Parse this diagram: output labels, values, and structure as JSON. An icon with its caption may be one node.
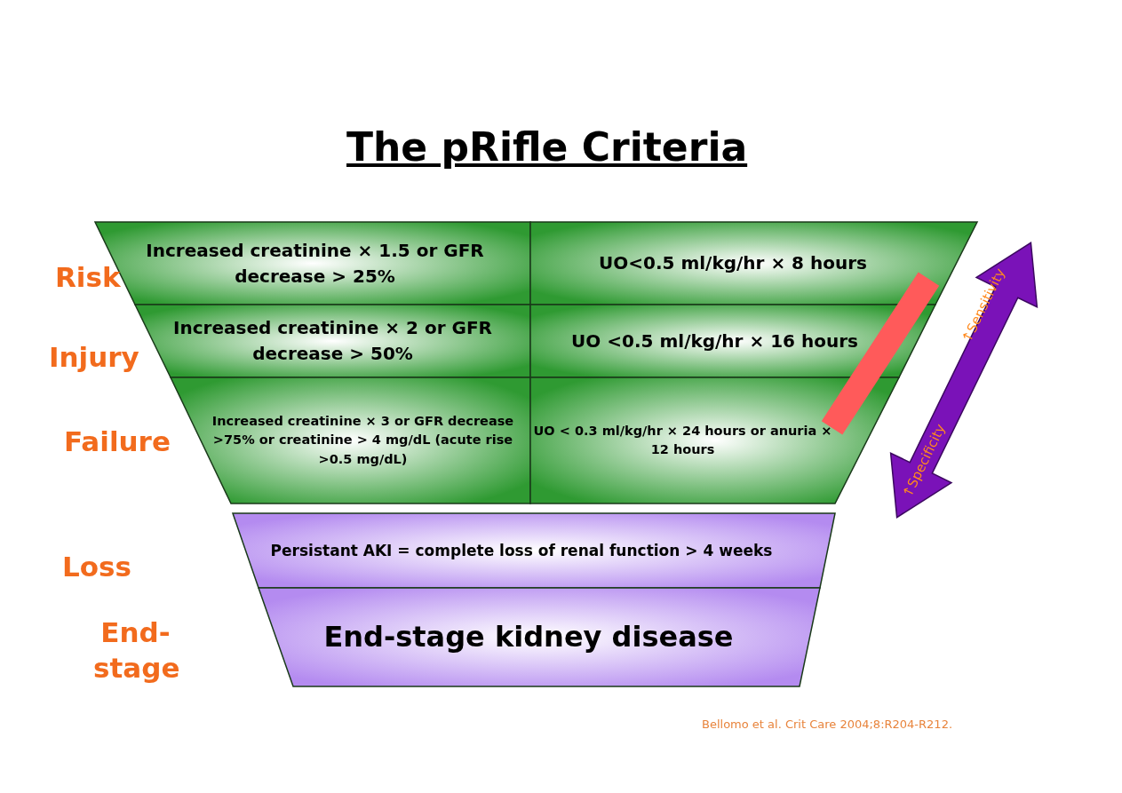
{
  "diagram": {
    "title": "The pRifle Criteria",
    "caption": "Bellomo et al. Crit Care 2004;8:R204-R212.",
    "nodes": [
      {
        "text": [
          "Risk",
          "Increased creatinine × 1.5 or GFR decrease > 25%",
          "UO<0.5 ml/kg/hr × 8 hours"
        ]
      },
      {
        "text": [
          "Injury",
          "Increased creatinine × 2 or GFR decrease > 50%",
          "UO <0.5 ml/kg/hr × 16 hours"
        ]
      },
      {
        "text": [
          "Failure",
          "Increased creatinine × 3 or GFR decrease >75% or creatinine > 4 mg/dL (acute rise >0.5 mg/dL)",
          "UO < 0.3 ml/kg/hr × 24 hours or anuria × 12 hours"
        ]
      },
      {
        "text": [
          "Loss",
          "Persistant AKI = complete loss of renal function > 4 weeks"
        ]
      },
      {
        "text": [
          "End-stage",
          "End-stage kidney disease"
        ]
      }
    ],
    "labels": [
      "↑Sensitivity",
      "↑Specificity"
    ]
  }
}
